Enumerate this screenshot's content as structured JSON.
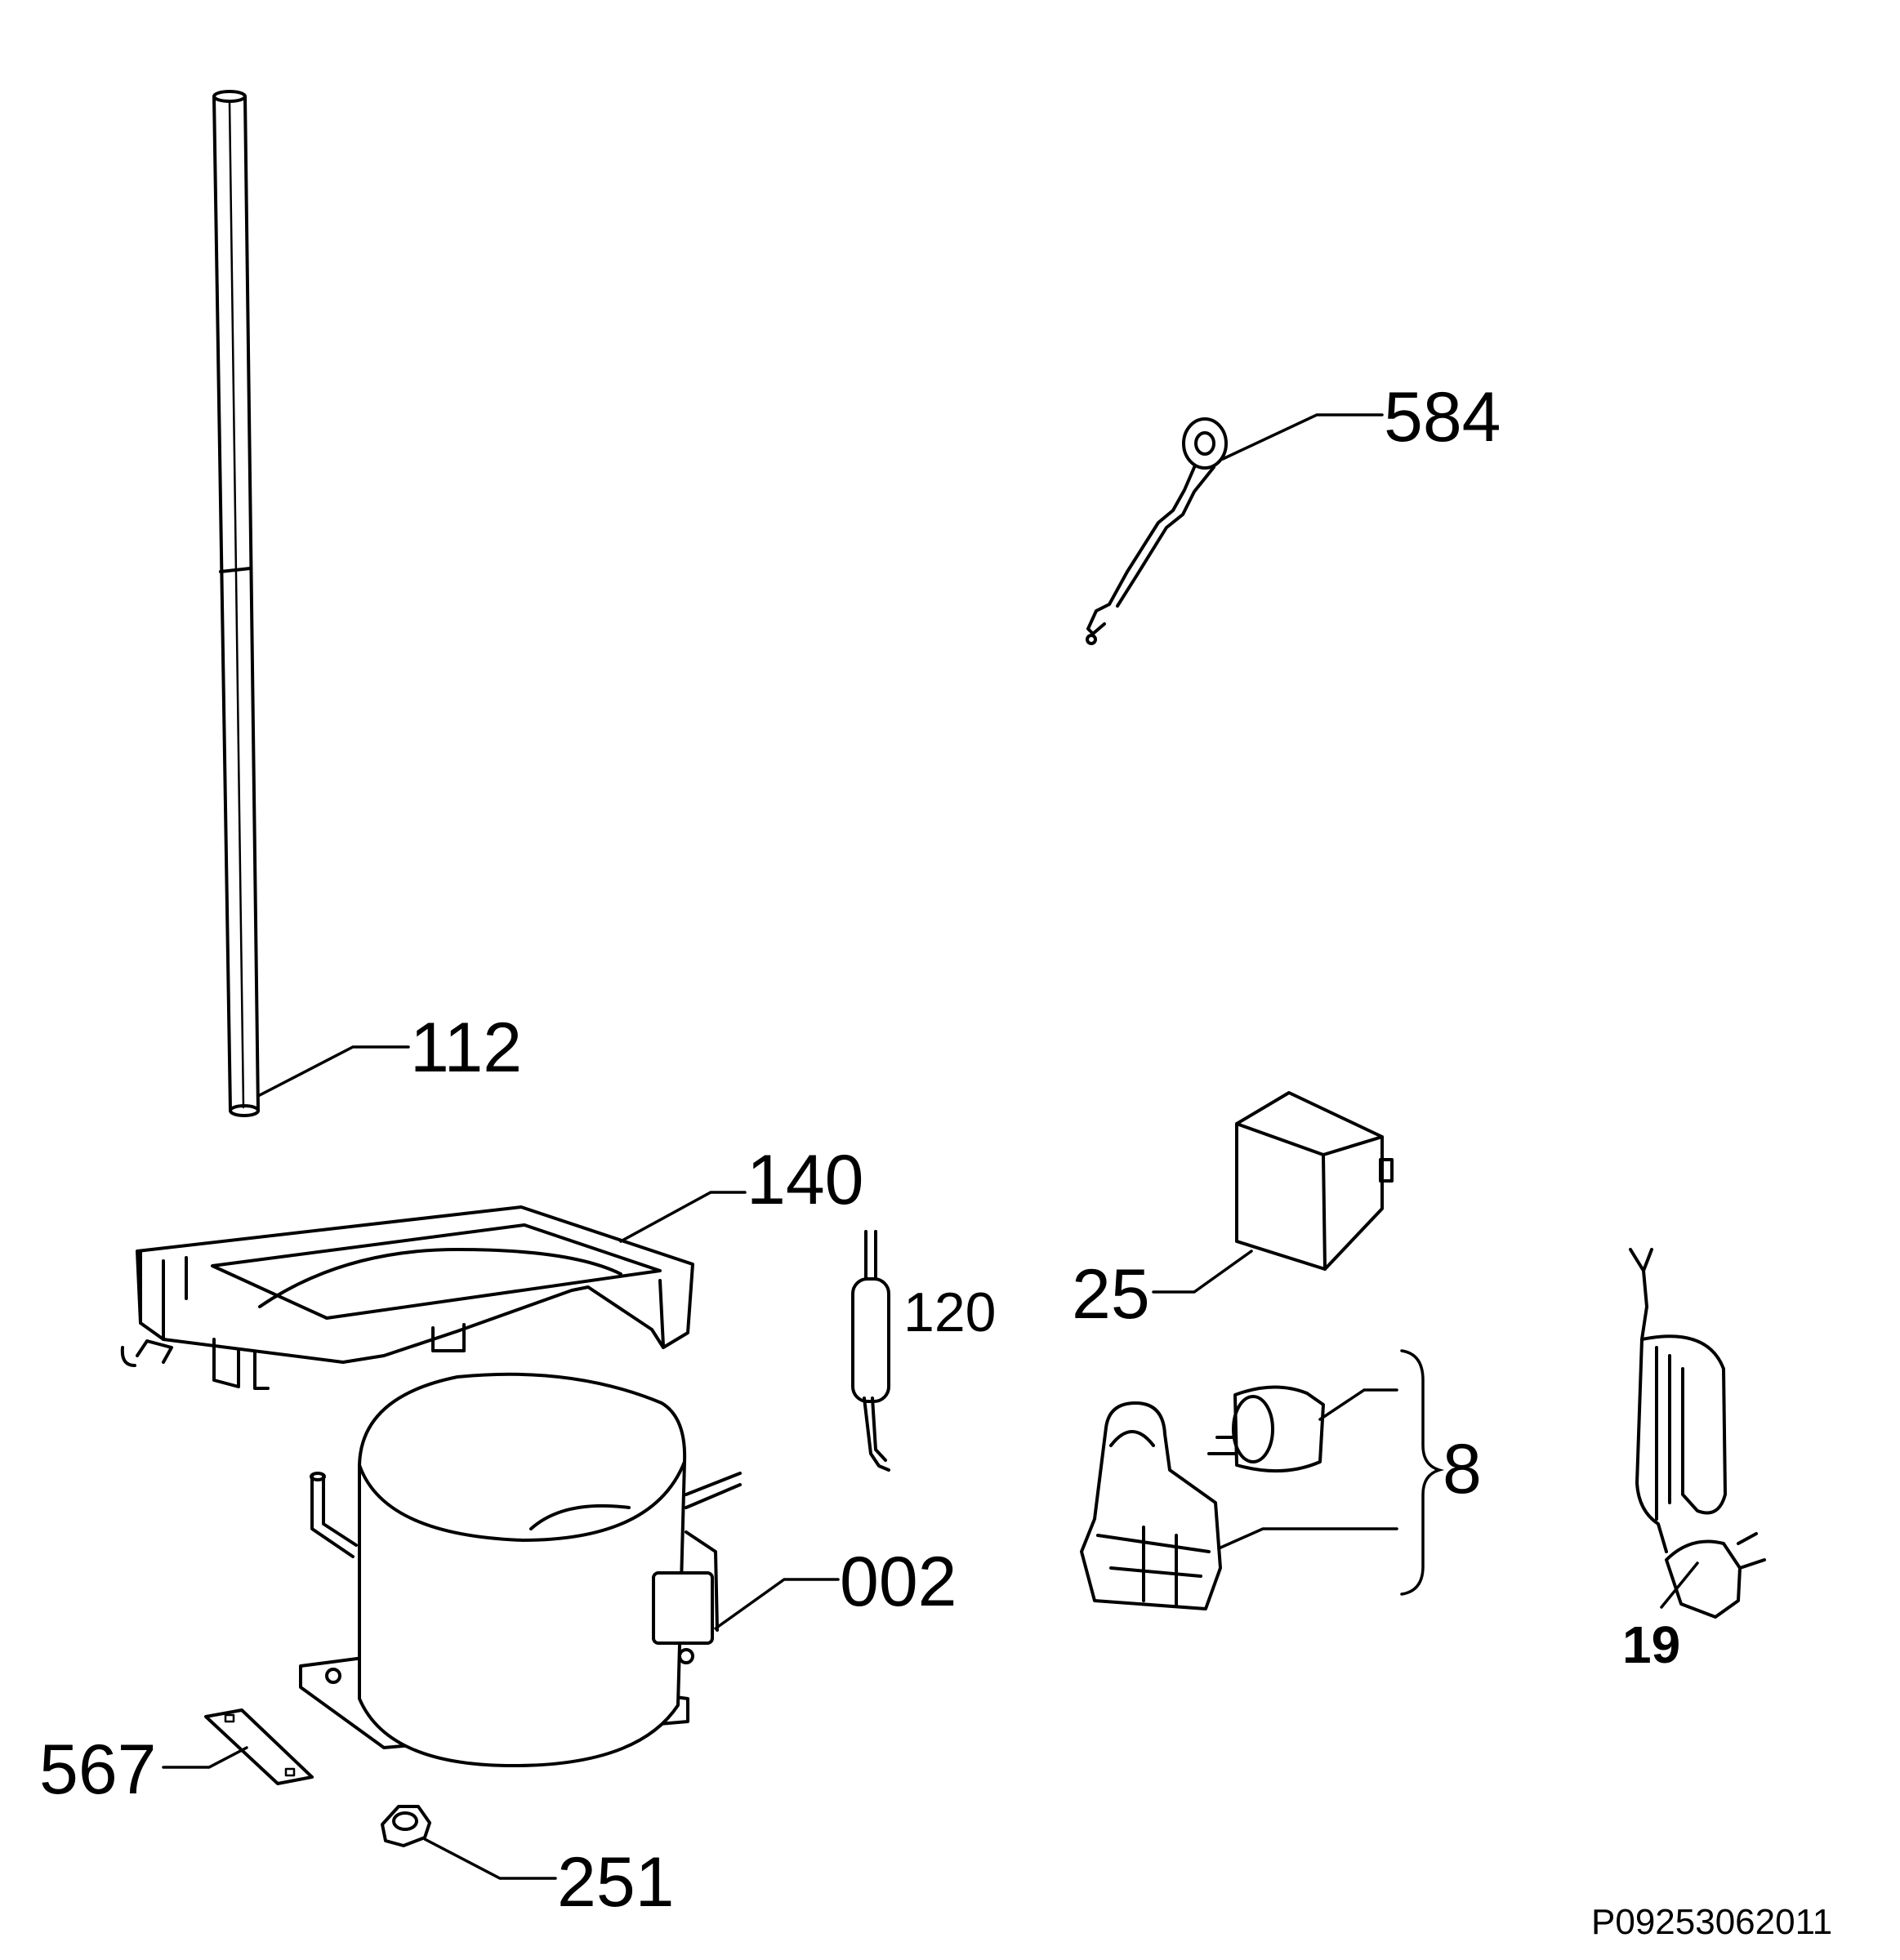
{
  "diagram": {
    "parts": [
      {
        "id": "112",
        "label": "112"
      },
      {
        "id": "584",
        "label": "584"
      },
      {
        "id": "140",
        "label": "140"
      },
      {
        "id": "120",
        "label": "120"
      },
      {
        "id": "25",
        "label": "25"
      },
      {
        "id": "8",
        "label": "8"
      },
      {
        "id": "002",
        "label": "002"
      },
      {
        "id": "19",
        "label": "19"
      },
      {
        "id": "567",
        "label": "567"
      },
      {
        "id": "251",
        "label": "251"
      }
    ],
    "reference_code": "P09253062011"
  }
}
